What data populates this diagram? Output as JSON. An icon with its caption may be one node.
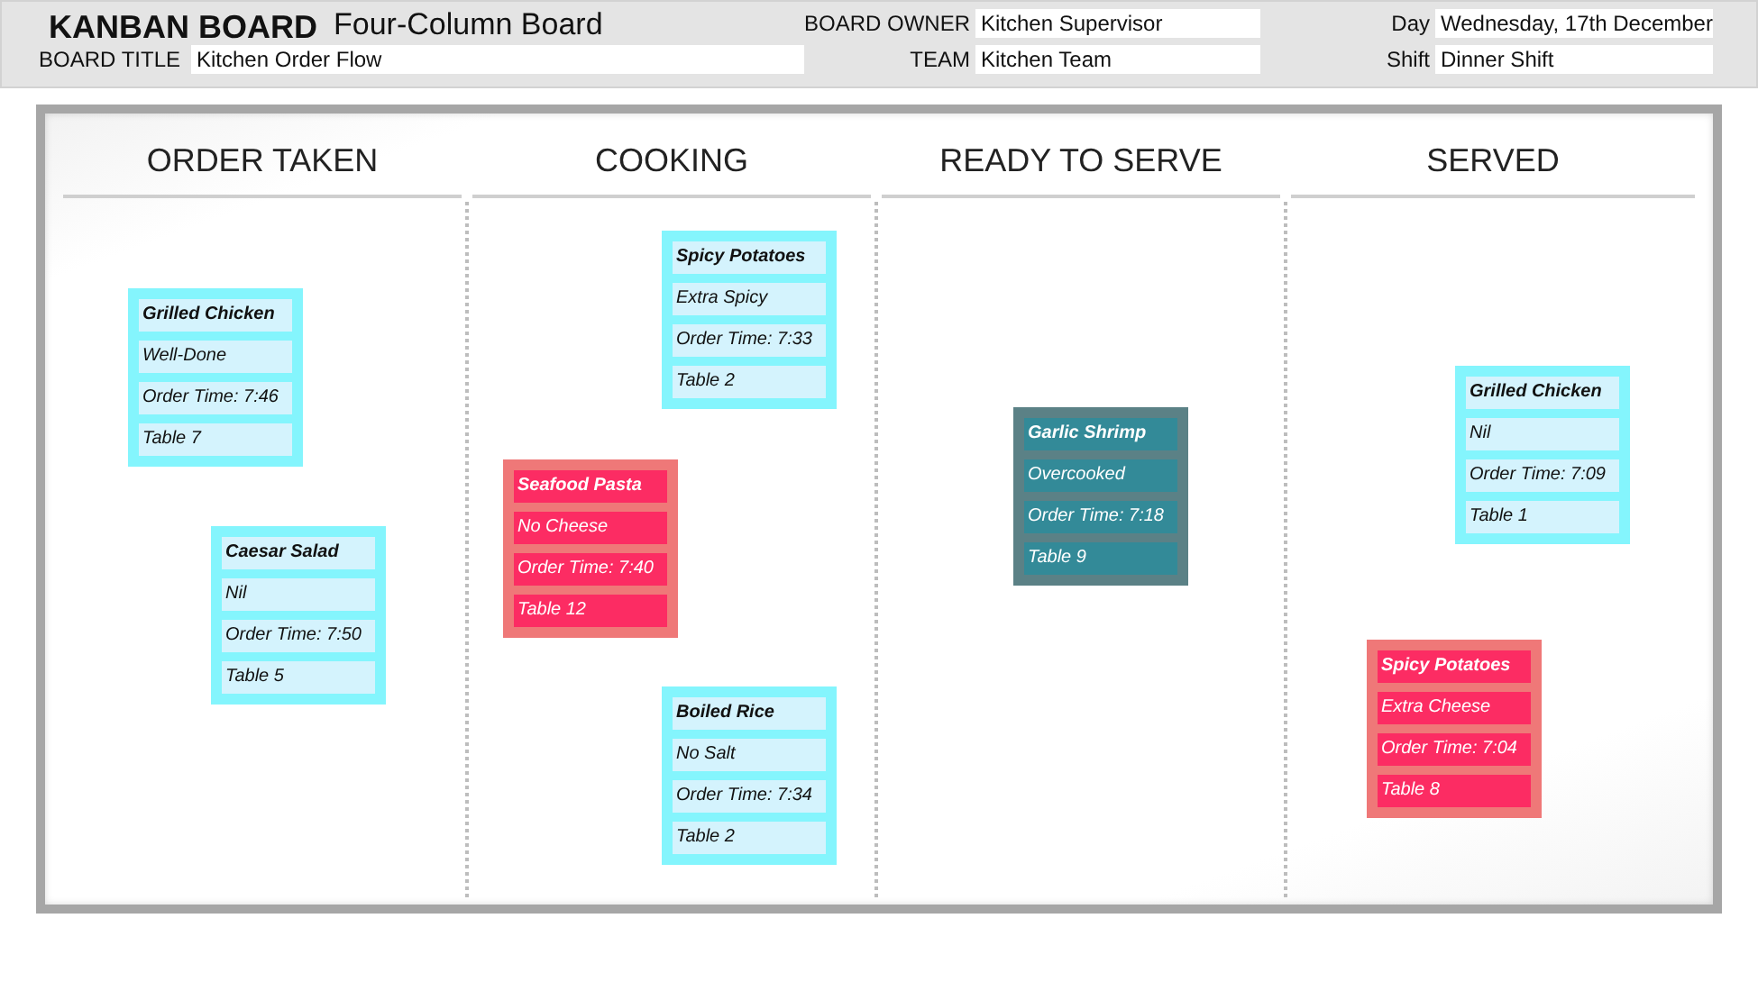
{
  "diagram": {
    "title": "KANBAN BOARD",
    "nodes": [
      {
        "text": [
          "ORDER TAKEN"
        ]
      },
      {
        "text": [
          "Grilled Chicken",
          "Well-Done",
          "Order Time: 7:46",
          "Table 7"
        ],
        "in": 0
      },
      {
        "text": [
          "Caesar Salad",
          "Nil",
          "Order Time: 7:50",
          "Table 5"
        ],
        "in": 0
      },
      {
        "text": [
          "COOKING"
        ]
      },
      {
        "text": [
          "Spicy Potatoes",
          "Extra Spicy",
          "Order Time: 7:33",
          "Table 2"
        ],
        "in": 3
      },
      {
        "text": [
          "Seafood Pasta",
          "No Cheese",
          "Order Time: 7:40",
          "Table 12"
        ],
        "in": 3
      },
      {
        "text": [
          "Boiled Rice",
          "No Salt",
          "Order Time: 7:34",
          "Table 2"
        ],
        "in": 3
      },
      {
        "text": [
          "READY TO SERVE"
        ]
      },
      {
        "text": [
          "Garlic Shrimp",
          "Overcooked",
          "Order Time: 7:18",
          "Table 9"
        ],
        "in": 7
      },
      {
        "text": [
          "SERVED"
        ]
      },
      {
        "text": [
          "Grilled Chicken",
          "Nil",
          "Order Time: 7:09",
          "Table 1"
        ],
        "in": 9
      },
      {
        "text": [
          "Spicy Potatoes",
          "Extra Cheese",
          "Order Time: 7:04",
          "Table 8"
        ],
        "in": 9
      }
    ],
    "labels": [
      "Four-Column Board",
      "BOARD OWNER",
      "Kitchen Supervisor",
      "Day",
      "Wednesday, 17th December",
      "BOARD TITLE",
      "Kitchen Order Flow",
      "TEAM",
      "Kitchen Team",
      "Shift",
      "Dinner Shift"
    ]
  }
}
